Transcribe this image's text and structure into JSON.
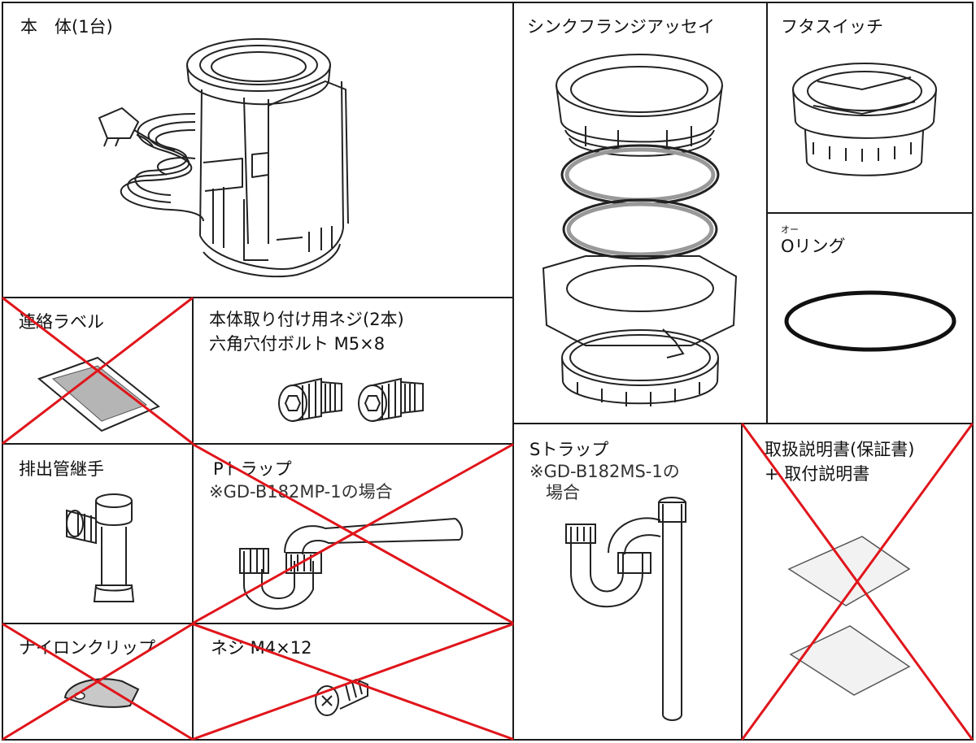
{
  "cells": {
    "main_unit": {
      "title": "本　体(1台)"
    },
    "sink_flange": {
      "title": "シンクフランジアッセイ"
    },
    "lid_switch": {
      "title": "フタスイッチ"
    },
    "o_ring": {
      "ruby": "オー",
      "title": "Oリング"
    },
    "contact_label": {
      "title": "連絡ラベル",
      "crossed": true
    },
    "mount_screws": {
      "title": "本体取り付け用ネジ(2本)",
      "subtitle": "六角穴付ボルト M5×8"
    },
    "drain_joint": {
      "title": "排出管継手"
    },
    "p_trap": {
      "title": "Pトラップ",
      "note": "※GD-B182MP-1の場合",
      "crossed": true
    },
    "s_trap": {
      "title": "Sトラップ",
      "note_line1": "※GD-B182MS-1の",
      "note_line2": "場合"
    },
    "manuals": {
      "title": "取扱説明書(保証書)",
      "subtitle": "+ 取付説明書",
      "crossed": true
    },
    "nylon_clip": {
      "title": "ナイロンクリップ",
      "crossed": true
    },
    "screw_m4": {
      "title": "ネジ M4×12",
      "crossed": true
    }
  },
  "colors": {
    "grid": "#1a1a1a",
    "cross": "#e0151b",
    "label_fill": "#b5b5b5",
    "line": "#222222"
  }
}
